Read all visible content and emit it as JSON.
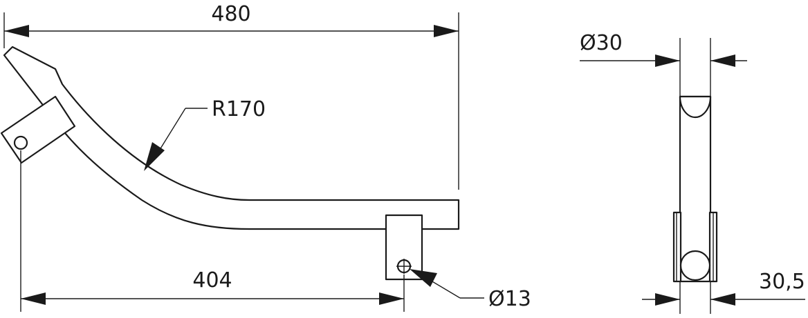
{
  "dimensions": {
    "overall_length": "480",
    "hole_spacing": "404",
    "bend_radius": "R170",
    "hole_diameter": "Ø13",
    "tube_diameter": "Ø30",
    "side_width": "30,5"
  },
  "colors": {
    "line": "#1a1a1a",
    "background": "#ffffff"
  }
}
